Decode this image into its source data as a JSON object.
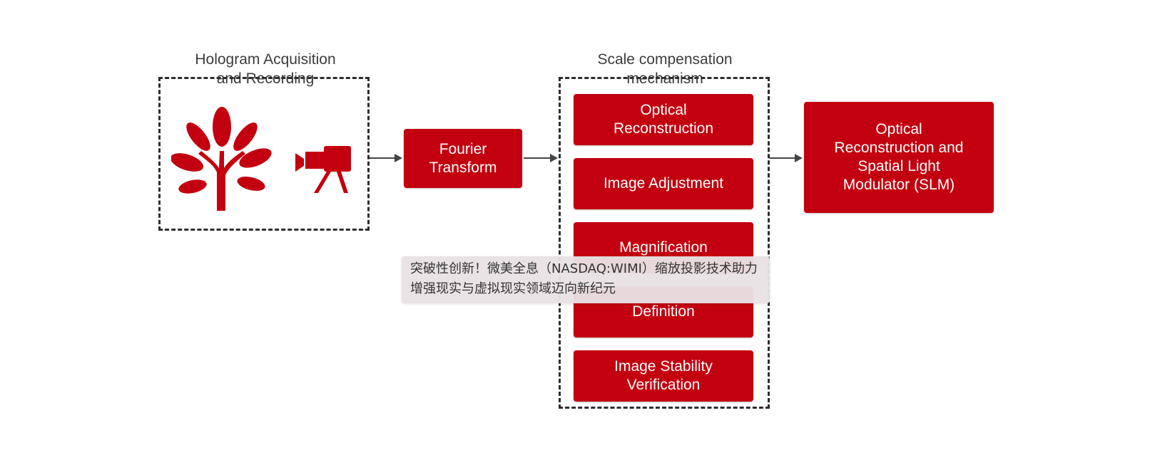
{
  "diagram": {
    "group_acquisition": {
      "title": "Hologram Acquisition\nand Recording",
      "icons": [
        "tree-icon",
        "camera-icon"
      ]
    },
    "fourier": {
      "label": "Fourier\nTransform"
    },
    "group_scale": {
      "title": "Scale compensation\nmechanism",
      "steps": [
        "Optical\nReconstruction",
        "Image Adjustment",
        "Magnification",
        "Definition",
        "Image Stability\nVerification"
      ]
    },
    "output": {
      "label": "Optical\nReconstruction and\nSpatial Light\nModulator (SLM)"
    }
  },
  "caption": {
    "text": "突破性创新！微美全息（NASDAQ:WIMI）缩放投影技术助力增强现实与虚拟现实领域迈向新纪元"
  },
  "colors": {
    "box_red": "#c3000f",
    "dash": "#2e2e2e"
  }
}
